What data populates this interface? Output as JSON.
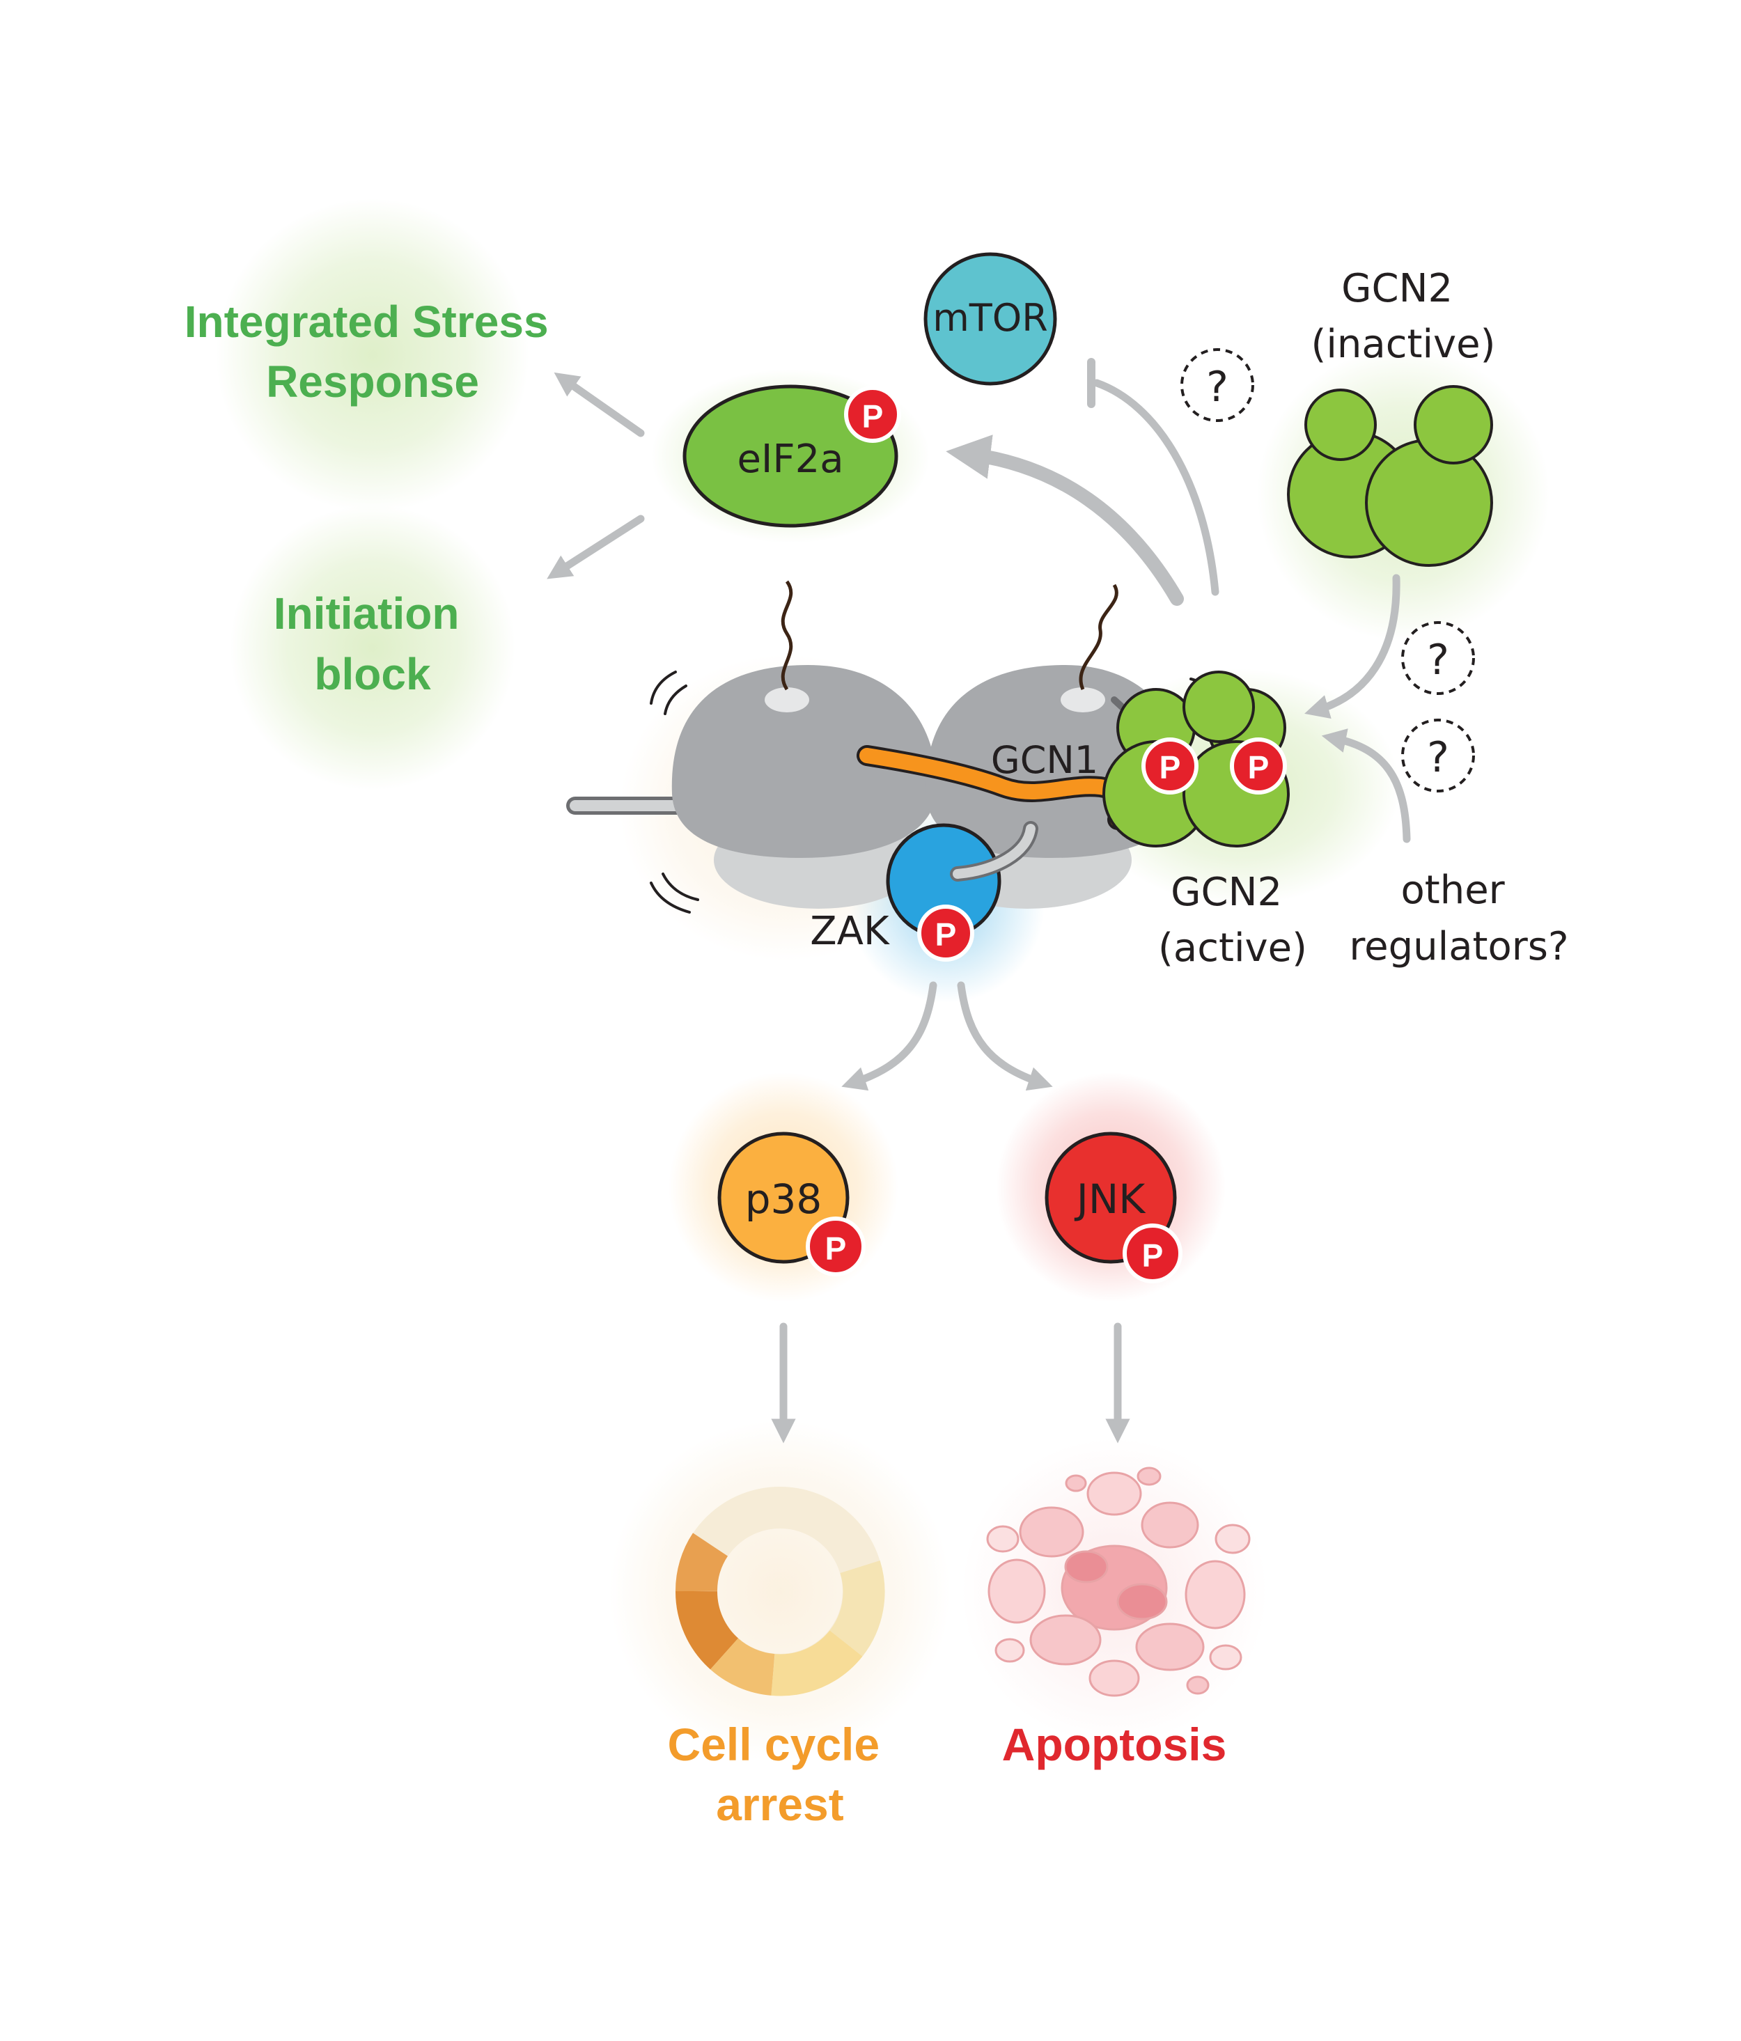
{
  "colors": {
    "green_text": "#4caf50",
    "orange_text": "#f39c2b",
    "red_text": "#e0282e",
    "gcn2_green": "#8cc63f",
    "eif2a_green": "#7ac143",
    "zak_blue": "#29a3df",
    "mtor_teal": "#5ec3cf",
    "p38_orange": "#fbb040",
    "jnk_red": "#e8302e",
    "phospho_red": "#e5212b",
    "gcn1_orange": "#f7941d",
    "ribosome_gray": "#a7a9ac",
    "ribosome_light": "#d1d3d4",
    "arrow_gray": "#bcbec0"
  },
  "outcomes": {
    "isr": [
      "Integrated Stress",
      "Response"
    ],
    "initiation": [
      "Initiation",
      "block"
    ],
    "cell_cycle": [
      "Cell cycle",
      "arrest"
    ],
    "apoptosis": "Apoptosis"
  },
  "proteins": {
    "mtor": "mTOR",
    "eif2a": "eIF2a",
    "gcn2_inactive": [
      "GCN2",
      "(inactive)"
    ],
    "gcn2_active": [
      "GCN2",
      "(active)"
    ],
    "gcn1": "GCN1",
    "zak": "ZAK",
    "p38": "p38",
    "jnk": "JNK",
    "other_regulators": [
      "other",
      "regulators?"
    ]
  },
  "symbols": {
    "phospho": "P",
    "unknown": "?"
  }
}
